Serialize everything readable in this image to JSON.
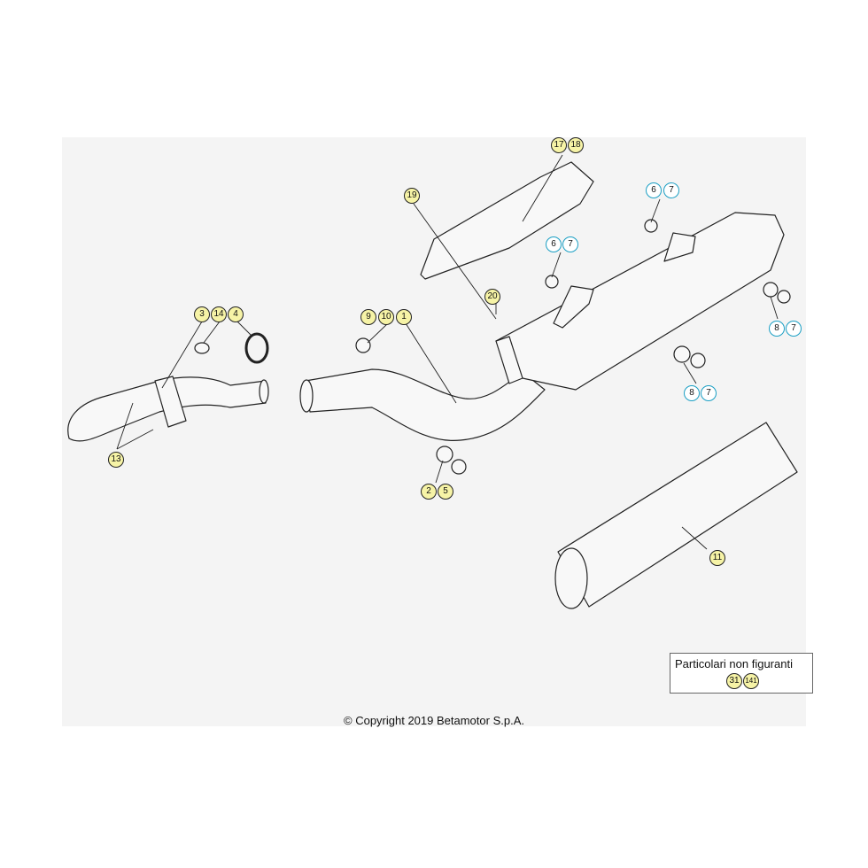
{
  "callouts": {
    "c17": "17",
    "c18": "18",
    "c19": "19",
    "c6a": "6",
    "c7a": "7",
    "c6b": "6",
    "c7b": "7",
    "c20": "20",
    "c9": "9",
    "c10": "10",
    "c1": "1",
    "c3": "3",
    "c14": "14",
    "c4": "4",
    "c8a": "8",
    "c7c": "7",
    "c8b": "8",
    "c7d": "7",
    "c13": "13",
    "c2": "2",
    "c5": "5",
    "c11": "11"
  },
  "legend": {
    "title": "Particolari non figuranti",
    "items": [
      "31",
      "141"
    ]
  },
  "copyright": "© Copyright 2019 Betamotor S.p.A.",
  "colors": {
    "part_yellow": "#f6f3a6",
    "part_cyan_border": "#1b9fc4",
    "background": "#f4f4f4"
  }
}
